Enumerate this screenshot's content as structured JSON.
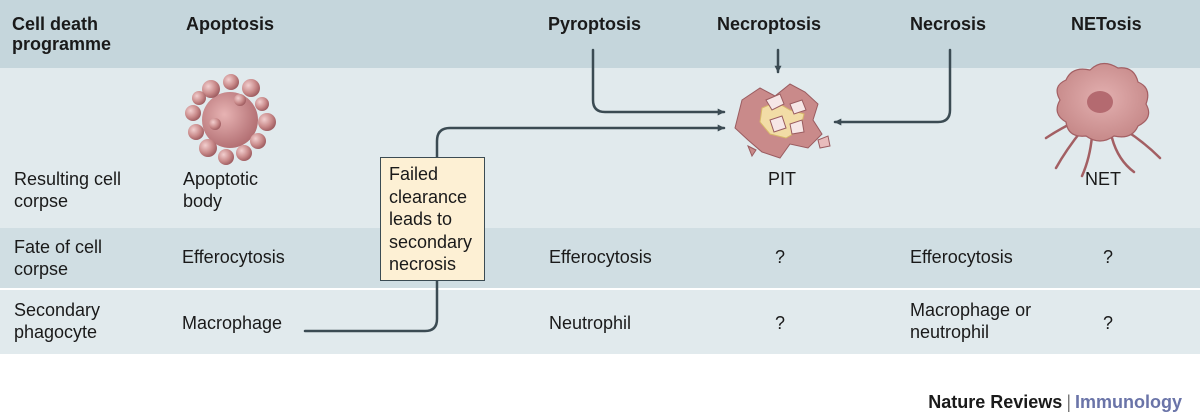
{
  "header": {
    "row_label": "Cell death programme",
    "columns": [
      "Apoptosis",
      "Pyroptosis",
      "Necroptosis",
      "Necrosis",
      "NETosis"
    ]
  },
  "rows": {
    "resulting_corpse": {
      "label": "Resulting cell corpse",
      "apoptosis": "Apoptotic body",
      "pit": "PIT",
      "net": "NET"
    },
    "fate": {
      "label": "Fate of cell corpse",
      "apoptosis": "Efferocytosis",
      "pyroptosis": "Efferocytosis",
      "necroptosis": "?",
      "necrosis": "Efferocytosis",
      "netosis": "?"
    },
    "phagocyte": {
      "label": "Secondary phagocyte",
      "apoptosis": "Macrophage",
      "pyroptosis": "Neutrophil",
      "necroptosis": "?",
      "necrosis": "Macrophage or neutrophil",
      "netosis": "?"
    }
  },
  "callout": {
    "lines": [
      "Failed",
      "clearance",
      "leads to",
      "secondary",
      "necrosis"
    ]
  },
  "footer": {
    "journal": "Nature Reviews",
    "separator": "|",
    "subject": "Immunology"
  },
  "colors": {
    "header_band": "#c5d6dc",
    "light_band": "#e1eaed",
    "fate_band": "#d0dee3",
    "arrow": "#3b4b53",
    "callout_fill": "#fdf0d4",
    "cell_pink": "#c98a8a",
    "cell_dark": "#a35f63",
    "nucleus": "#b46a70",
    "subject_blue": "#6a74a8"
  }
}
